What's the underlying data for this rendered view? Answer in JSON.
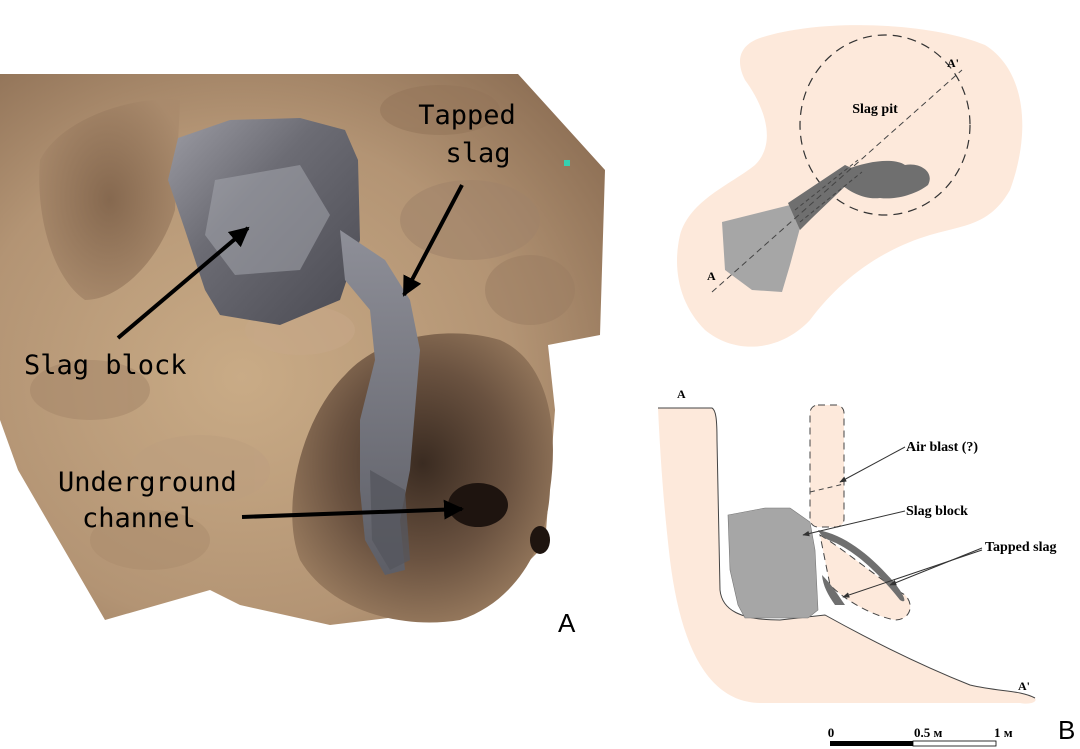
{
  "photo": {
    "labels": {
      "tapped_slag_line1": "Tapped",
      "tapped_slag_line2": "slag",
      "slag_block": "Slag block",
      "underground_line1": "Underground",
      "underground_line2": "channel"
    },
    "panel_letter": "A"
  },
  "plan": {
    "slag_pit": "Slag pit",
    "section_start": "A",
    "section_end": "A'"
  },
  "section": {
    "start": "A",
    "end": "A'",
    "air_blast": "Air blast (?)",
    "slag_block": "Slag block",
    "tapped_slag": "Tapped slag"
  },
  "scale": {
    "tick0": "0",
    "tick_mid": "0.5 м",
    "tick_end": "1 м"
  },
  "panel_letter_b": "B",
  "colors": {
    "soil_fill": "#fde9db",
    "slag_gray": "#a6a6a6",
    "slag_dark": "#6f6f6f",
    "photo_sand": "#b89a78",
    "photo_dark": "#3d2e24"
  }
}
